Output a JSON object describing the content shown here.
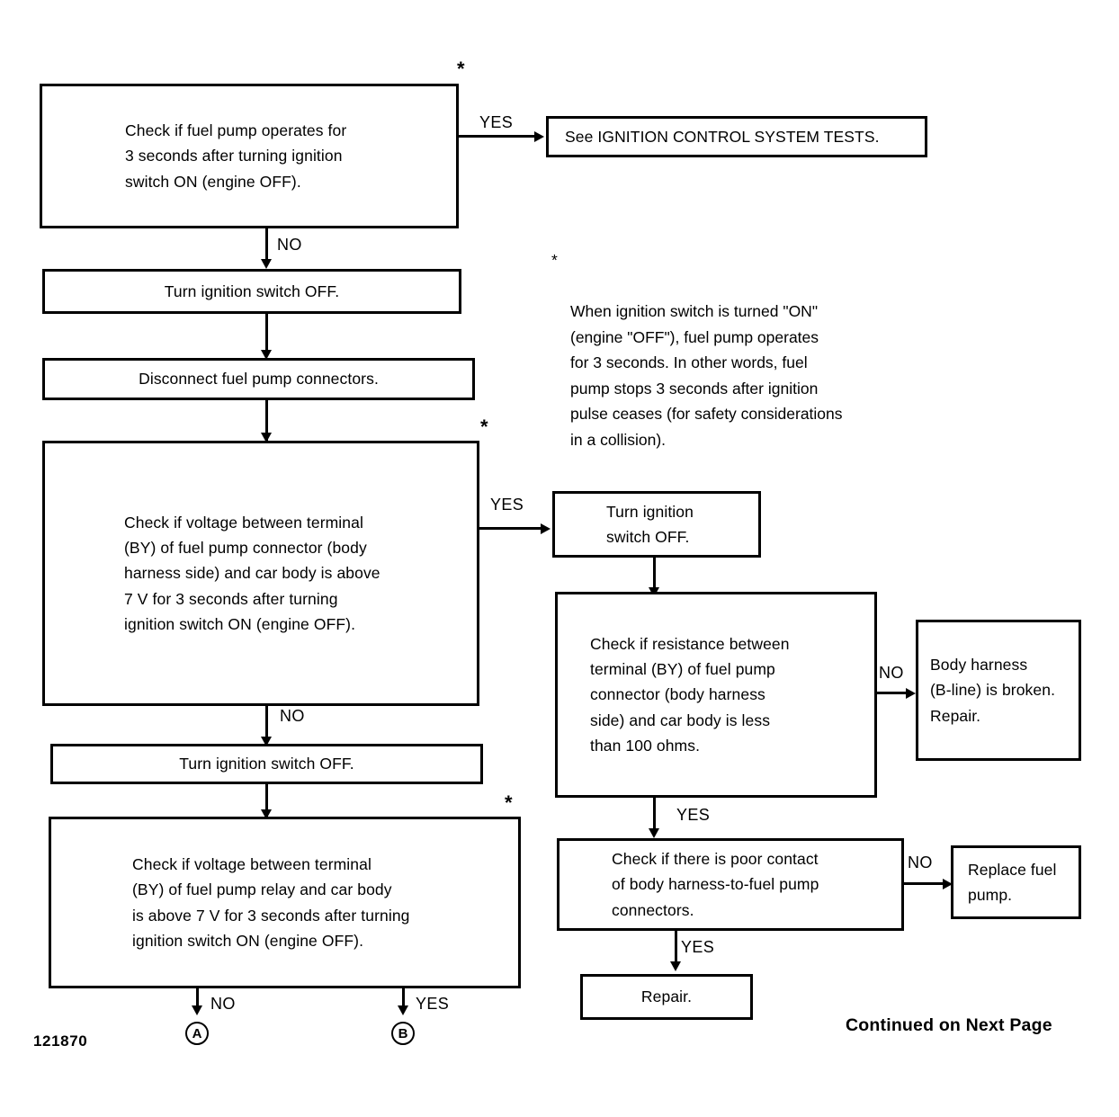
{
  "document": {
    "figure_number": "121870",
    "continued_label": "Continued on Next Page"
  },
  "footnote": {
    "marker": "*",
    "text": "When ignition switch is turned \"ON\"\n(engine \"OFF\"), fuel pump operates\nfor 3 seconds. In other words, fuel\npump stops 3 seconds after ignition\npulse ceases (for safety considerations\nin a collision)."
  },
  "boxes": {
    "check_fuel_pump_operates": {
      "text": "Check if fuel pump operates for\n3 seconds after turning ignition\nswitch ON (engine OFF).",
      "asterisk": "*"
    },
    "see_ignition_control_system_tests": {
      "text": "See IGNITION CONTROL SYSTEM TESTS."
    },
    "turn_ignition_switch_off_1": {
      "text": "Turn ignition switch OFF."
    },
    "disconnect_fuel_pump_connectors": {
      "text": "Disconnect fuel pump connectors."
    },
    "check_voltage_connector": {
      "text": "Check if voltage between terminal\n(BY) of fuel pump connector (body\nharness side) and car body is above\n7 V for 3 seconds after turning\nignition switch ON (engine OFF).",
      "asterisk": "*"
    },
    "turn_ignition_switch_off_2": {
      "text": "Turn ignition switch OFF."
    },
    "turn_ignition_switch_off_3": {
      "text": "Turn ignition\nswitch OFF."
    },
    "check_resistance": {
      "text": "Check if resistance between\nterminal (BY) of fuel pump\nconnector (body harness\nside) and car body is less\nthan 100 ohms."
    },
    "body_harness_broken": {
      "text": "Body harness\n(B-line) is broken.\nRepair."
    },
    "check_poor_contact": {
      "text": "Check if there is poor contact\nof body harness-to-fuel pump\nconnectors."
    },
    "replace_fuel_pump": {
      "text": "Replace fuel\npump."
    },
    "repair": {
      "text": "Repair."
    },
    "check_voltage_relay": {
      "text": "Check if voltage between terminal\n(BY) of fuel pump relay and car body\nis above 7 V for 3 seconds after turning\nignition switch ON (engine OFF).",
      "asterisk": "*"
    }
  },
  "edges": {
    "yes_1": "YES",
    "no_1": "NO",
    "yes_2": "YES",
    "no_2": "NO",
    "no_resistance": "NO",
    "yes_resistance": "YES",
    "no_contact": "NO",
    "yes_contact": "YES",
    "no_relay": "NO",
    "yes_relay": "YES"
  },
  "connectors": {
    "a": "A",
    "b": "B"
  },
  "colors": {
    "ink": "#000000",
    "paper": "#ffffff"
  }
}
